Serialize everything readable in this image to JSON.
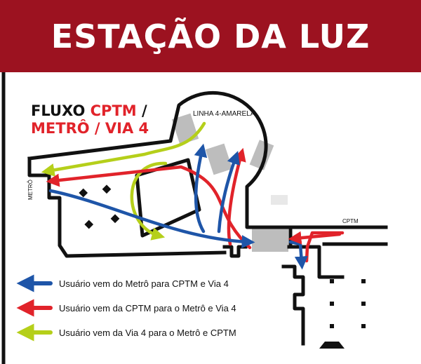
{
  "banner": {
    "title": "ESTAÇÃO DA LUZ"
  },
  "heading": {
    "line1_a": "FLUXO ",
    "line1_b": "CPTM",
    "line1_c": " /",
    "line2_a": "METRÔ",
    "line2_b": " / VIA 4"
  },
  "labels": {
    "linha4": "LINHA 4-AMARELA",
    "metro": "METRÔ",
    "cptm": "CPTM"
  },
  "legend": [
    {
      "text": "Usuário vem do Metrô para CPTM e Via 4",
      "color": "#1e55a8"
    },
    {
      "text": "Usuário vem da CPTM para o Metrô e Via 4",
      "color": "#e1232a"
    },
    {
      "text": "Usuário vem da Via 4 para o Metrô e CPTM",
      "color": "#b5cf1a"
    }
  ],
  "colors": {
    "banner": "#9c1220",
    "red": "#e1232a",
    "blue": "#1e55a8",
    "green": "#b5cf1a",
    "wall": "#111111",
    "block": "#bdbdbd"
  }
}
